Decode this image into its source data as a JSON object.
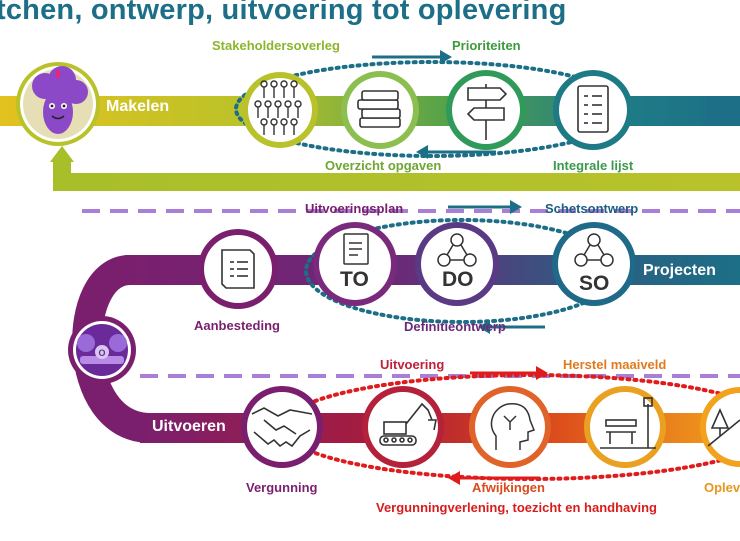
{
  "title": "tchen, ontwerp, uitvoering tot oplevering",
  "colors": {
    "title": "#1c6f86",
    "makelen": "#b5c12e",
    "projecten": "#1c6f86",
    "uitvoeren": "#7a1f6e",
    "green_label": "#8db52c",
    "purple_label": "#7a1f6e",
    "red_label": "#d91c1c",
    "dashed_divider": "#a87ed6"
  },
  "phases": {
    "makelen": "Makelen",
    "projecten": "Projecten",
    "uitvoeren": "Uitvoeren"
  },
  "makelen": {
    "stakeholdersoverleg": "Stakeholdersoverleg",
    "prioriteiten": "Prioriteiten",
    "overzicht_opgaven": "Overzicht opgaven",
    "integrale_lijst": "Integrale lijst"
  },
  "projecten": {
    "uitvoeringsplan": "Uitvoeringsplan",
    "schetsontwerp": "Schetsontwerp",
    "definitieontwerp": "Definitieontwerp",
    "aanbesteding": "Aanbesteding",
    "to": "TO",
    "do": "DO",
    "so": "SO"
  },
  "uitvoeren": {
    "uitvoering": "Uitvoering",
    "herstel_maaiveld": "Herstel maaiveld",
    "vergunning": "Vergunning",
    "afwijkingen": "Afwijkingen",
    "vergunningverlening": "Vergunningverlening, toezicht en handhaving",
    "oplevering": "Oplev"
  },
  "icons": [
    "person-mascot-icon",
    "people-group-icon",
    "books-icon",
    "signpost-icon",
    "checklist-icon",
    "document-list-icon",
    "to-document-icon",
    "do-network-icon",
    "so-network-icon",
    "meeting-people-icon",
    "handshake-icon",
    "excavator-icon",
    "brain-head-icon",
    "park-bench-icon",
    "tree-icon"
  ]
}
